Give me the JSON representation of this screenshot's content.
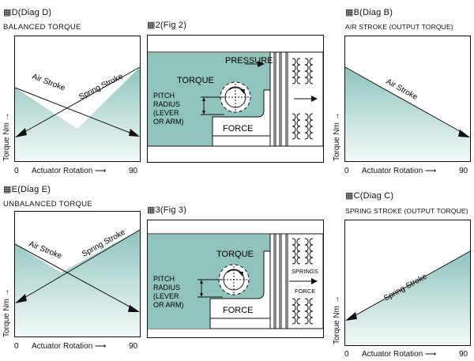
{
  "panels": {
    "diag_d": {
      "caption": "D(Diag D)",
      "subtitle": "BALANCED TORQUE"
    },
    "fig_2": {
      "caption": "2(Fig 2)"
    },
    "diag_b": {
      "caption": "B(Diag B)",
      "subtitle": "AIR STROKE (OUTPUT TORQUE)"
    },
    "diag_e": {
      "caption": "E(Diag E)",
      "subtitle": "UNBALANCED TORQUE"
    },
    "fig_3": {
      "caption": "3(Fig 3)"
    },
    "diag_c": {
      "caption": "C(Diag C)",
      "subtitle": "SPRING STROKE (OUTPUT TORQUE)"
    }
  },
  "lines": {
    "air_stroke": "Air Stroke",
    "spring_stroke": "Spring Stroke"
  },
  "axes": {
    "x_label": "Actuator Rotation",
    "x_min": "0",
    "x_max": "90",
    "y_label": "Torque Nm"
  },
  "figure_labels": {
    "pressure": "PRESSURE",
    "torque": "TORQUE",
    "pitch_radius": [
      "PITCH",
      "RADIUS",
      "(LEVER",
      "OR ARM)"
    ],
    "force": "FORCE",
    "springs": "SPRINGS"
  },
  "colors": {
    "teal": "#8fc3bc",
    "teal_light": "#e8f3f1",
    "line": "#111111"
  }
}
